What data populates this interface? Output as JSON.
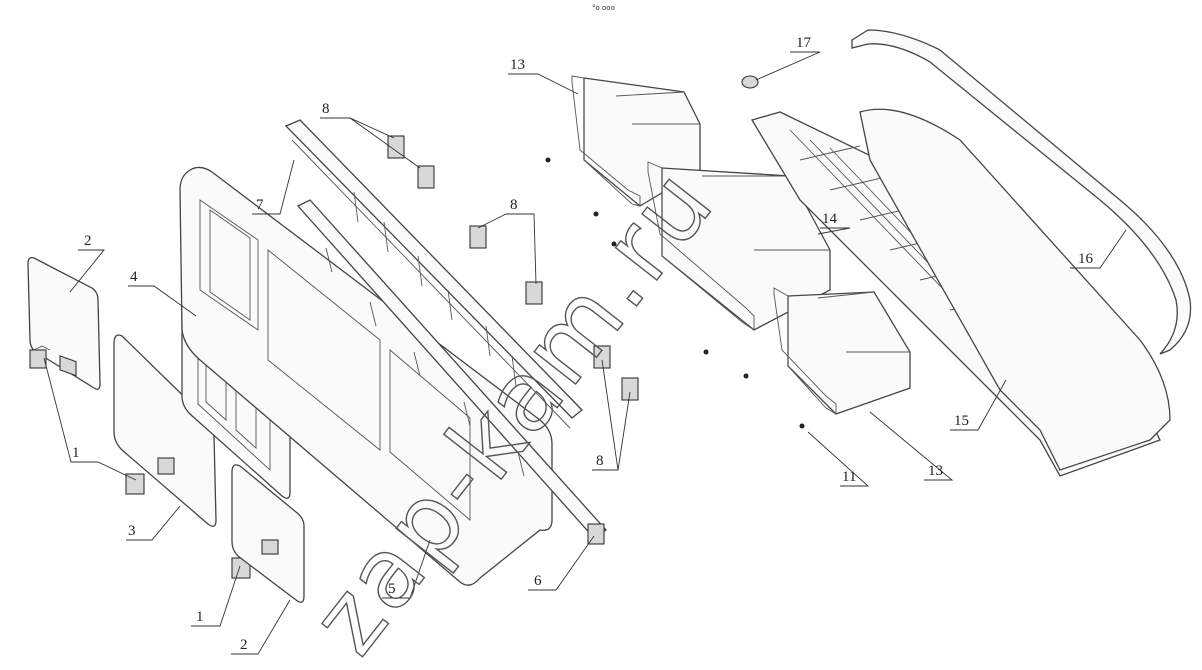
{
  "header_text": "°o ooo",
  "watermark": "zap-kam.ru",
  "callouts": [
    "1",
    "1",
    "2",
    "2",
    "3",
    "4",
    "5",
    "6",
    "7",
    "8",
    "8",
    "8",
    "11",
    "13",
    "13",
    "14",
    "15",
    "16",
    "17"
  ]
}
